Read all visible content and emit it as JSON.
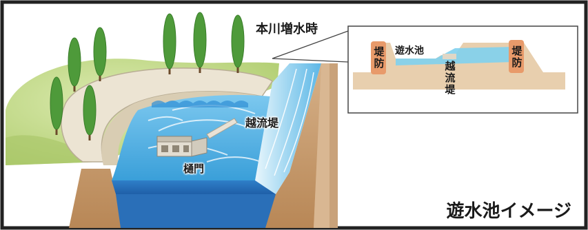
{
  "title": "遊水池イメージ",
  "labels": {
    "flood": "本川増水時",
    "overflow_weir": "越流堤",
    "sluice_gate": "樋門"
  },
  "inset": {
    "left_levee": "堤防",
    "pond": "遊水池",
    "overflow_weir": "越流堤",
    "right_levee": "堤防"
  },
  "colors": {
    "water": "#4fb2e6",
    "water_light": "#a9dcf4",
    "earth": "#c49a6c",
    "grass": "#c7dc8e",
    "tree": "#4e9a3a",
    "concrete": "#d9d3c7",
    "frame": "#222222"
  }
}
